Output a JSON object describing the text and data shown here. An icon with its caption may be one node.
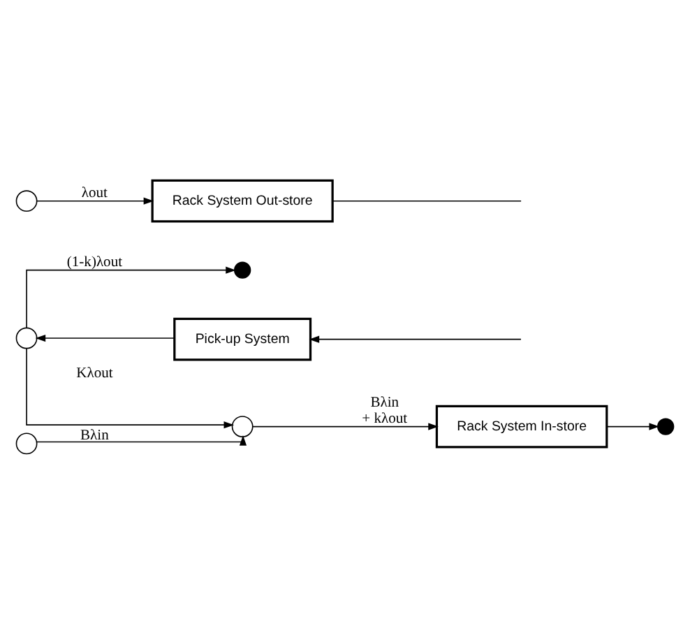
{
  "diagram": {
    "nodes": [
      {
        "text": [],
        "shape": "dot"
      },
      {
        "text": [],
        "shape": "circle"
      },
      {
        "text": [
          "Pick-up System"
        ]
      },
      {
        "text": [],
        "shape": "circle"
      },
      {
        "text": [],
        "shape": "circle"
      },
      {
        "text": [
          "Rack System In-store"
        ]
      },
      {
        "text": [],
        "shape": "dot"
      },
      {
        "text": [],
        "shape": "circle"
      },
      {
        "text": [
          "Rack System Out-store"
        ]
      }
    ],
    "edges": [
      {
        "from": null,
        "to": 2,
        "arrow": "to"
      },
      {
        "from": 2,
        "to": 1,
        "arrow": "to"
      },
      {
        "from": 1,
        "to": 0,
        "arrow": "to",
        "label": "(1-k)λout"
      },
      {
        "from": 1,
        "to": 4,
        "arrow": "to",
        "label": "Kλout"
      },
      {
        "from": 3,
        "to": 4,
        "arrow": "to",
        "label": "Bλin"
      },
      {
        "from": 4,
        "to": 5,
        "arrow": "to",
        "label": "Bλin + kλout"
      },
      {
        "from": 5,
        "to": 6,
        "arrow": "to"
      },
      {
        "from": 7,
        "to": 8,
        "arrow": "to",
        "label": "λout"
      },
      {
        "from": 8,
        "to": null,
        "arrow": "none"
      }
    ]
  }
}
